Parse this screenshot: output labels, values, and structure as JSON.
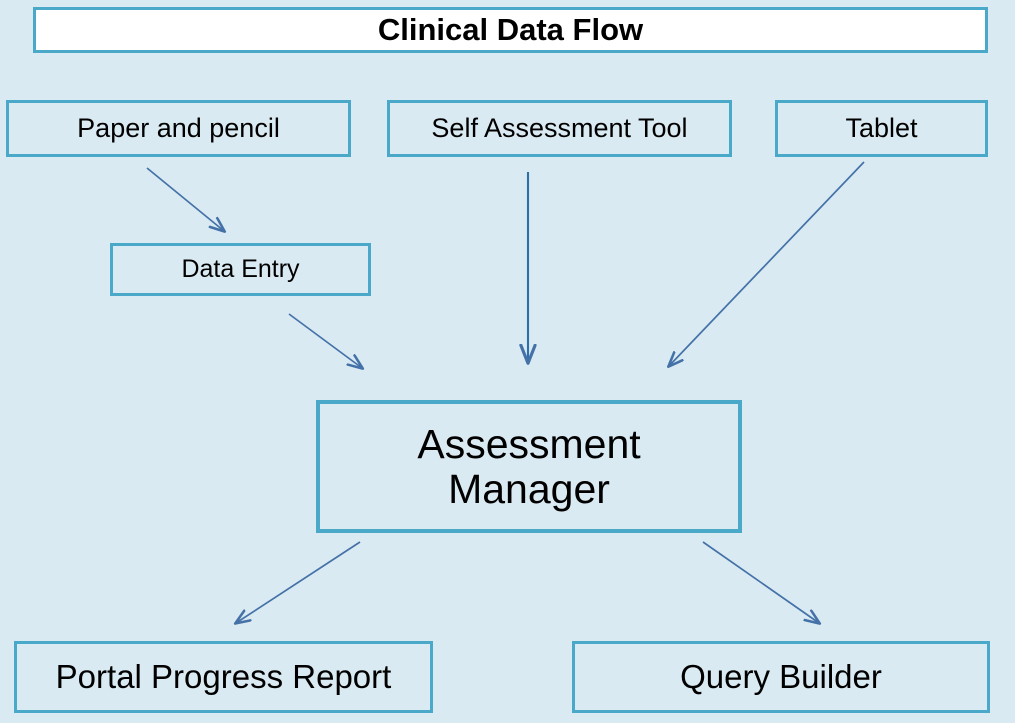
{
  "diagram": {
    "title": "Clinical Data Flow",
    "background_color": "#daeaf2",
    "border_color": "#4aa8c8",
    "title_fill_color": "#ffffff",
    "arrow_color": "#4472a8",
    "nodes": {
      "paper_and_pencil": "Paper and pencil",
      "self_assessment_tool": "Self Assessment Tool",
      "tablet": "Tablet",
      "data_entry": "Data Entry",
      "assessment_manager": "Assessment\nManager",
      "portal_progress_report": "Portal Progress Report",
      "query_builder": "Query Builder"
    },
    "edges": [
      {
        "from": "Paper and pencil",
        "to": "Data Entry"
      },
      {
        "from": "Data Entry",
        "to": "Assessment Manager"
      },
      {
        "from": "Self Assessment Tool",
        "to": "Assessment Manager"
      },
      {
        "from": "Tablet",
        "to": "Assessment Manager"
      },
      {
        "from": "Assessment Manager",
        "to": "Portal Progress Report"
      },
      {
        "from": "Assessment Manager",
        "to": "Query Builder"
      }
    ]
  }
}
